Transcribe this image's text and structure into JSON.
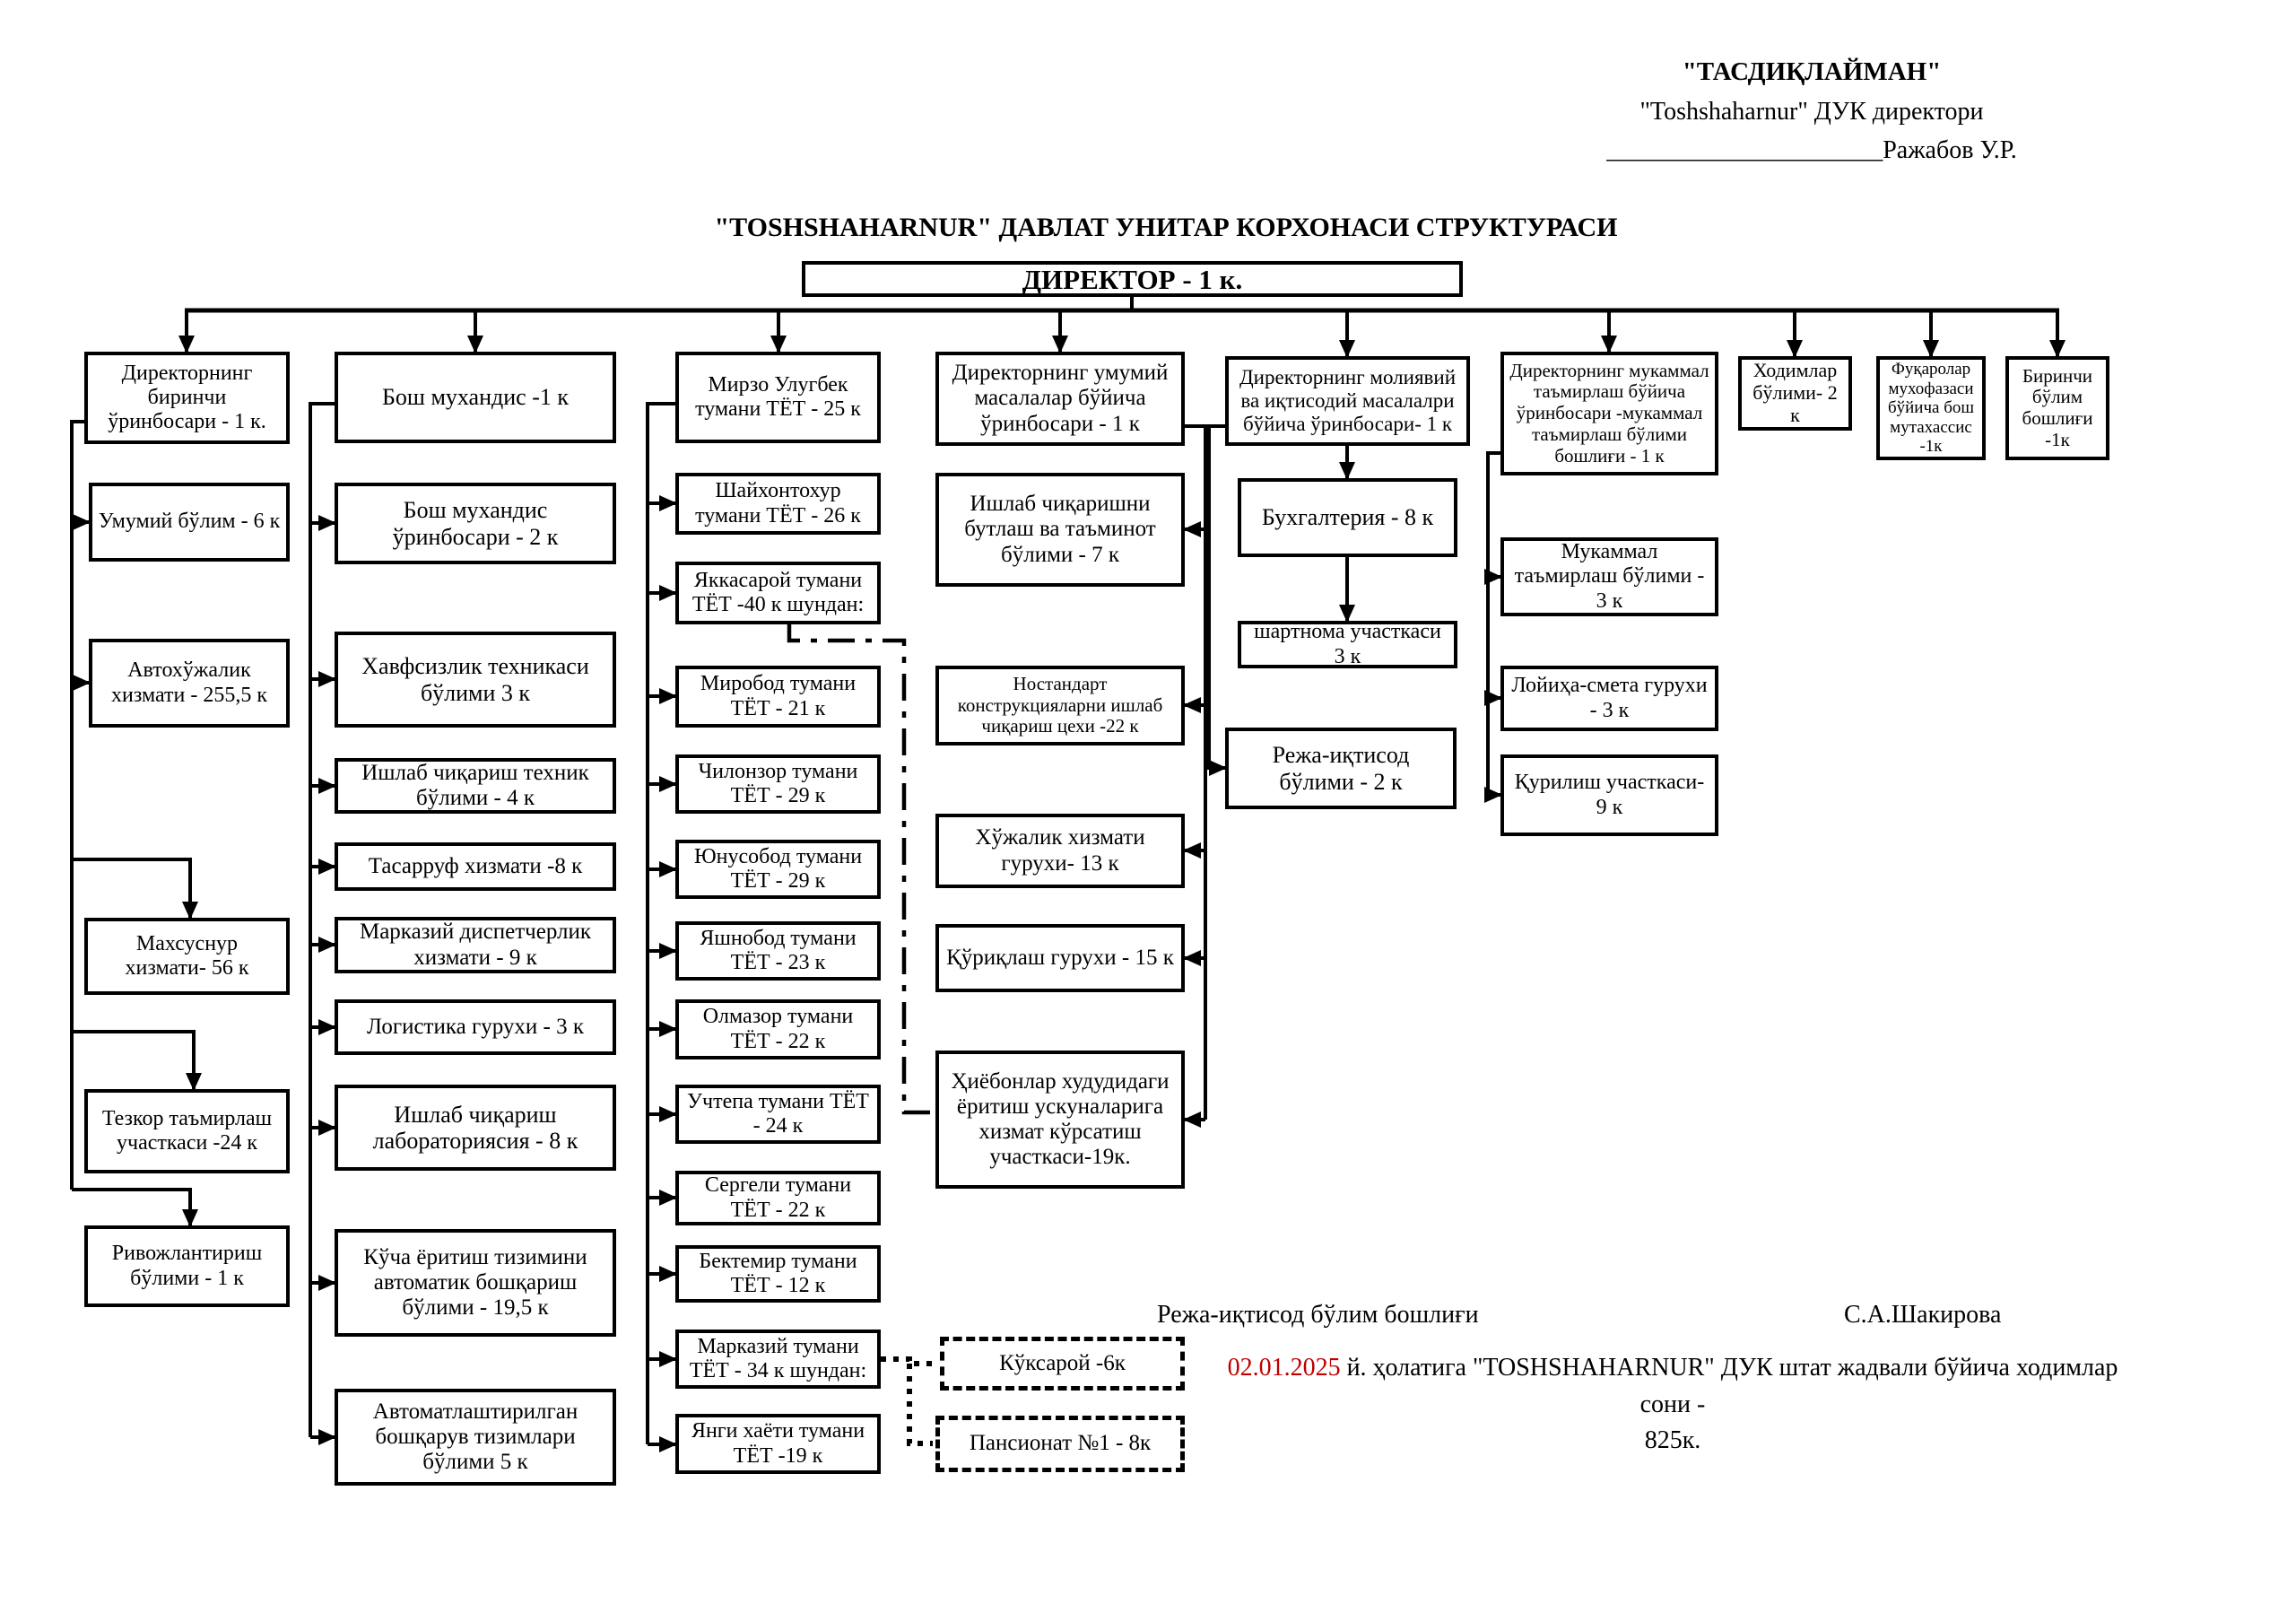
{
  "approval": {
    "line1": "\"ТАСДИҚЛАЙМАН\"",
    "line2": "\"Toshshaharnur\"  ДУК директори",
    "line3": "______________________Ражабов У.Р."
  },
  "title": "\"TOSHSHAHARNUR\" ДАВЛАТ УНИТАР КОРХОНАСИ СТРУКТУРАСИ",
  "director": "ДИРЕКТОР -  1 к.",
  "deputy_first": {
    "head": "Директорнинг биринчи ўринбосари - 1 к.",
    "units": [
      "Умумий бўлим - 6 к",
      "Автохўжалик хизмати - 255,5 к",
      "Махсуснур хизмати- 56 к",
      "Тезкор таъмирлаш участкаси  -24 к",
      "Ривожлантириш бўлими  - 1 к"
    ]
  },
  "chief_engineer": {
    "head": "Бош мухандис -1 к",
    "units": [
      "Бош мухандис ўринбосари - 2 к",
      "Хавфсизлик техникаси бўлими 3 к",
      "Ишлаб чиқариш техник бўлими - 4 к",
      "Тасарруф хизмати -8 к",
      "Марказий диспетчерлик хизмати - 9 к",
      "Логистика гурухи - 3 к",
      "Ишлаб чиқариш лабораториясия - 8 к",
      "Кўча ёритиш тизимини автоматик бошқариш бўлими - 19,5 к",
      "Автоматлаштирилган бошқарув  тизимлари бўлими 5 к"
    ]
  },
  "districts": [
    "Мирзо Улугбек тумани ТЁТ - 25 к",
    "Шайхонтохур тумани ТЁТ - 26 к",
    "Яккасарой тумани ТЁТ -40 к шундан:",
    "Миробод тумани ТЁТ - 21 к",
    "Чилонзор тумани ТЁТ - 29 к",
    "Юнусобод тумани ТЁТ - 29 к",
    "Яшнобод  тумани ТЁТ - 23 к",
    "Олмазор тумани ТЁТ - 22 к",
    "Учтепа тумани ТЁТ - 24 к",
    "Сергели тумани ТЁТ - 22 к",
    "Бектемир тумани ТЁТ - 12 к",
    "Марказий тумани ТЁТ - 34 к шундан:",
    "Янги хаёти тумани ТЁТ -19 к"
  ],
  "district_branches": [
    "Кўксарой -6к",
    "Пансионат №1 - 8к"
  ],
  "deputy_general": {
    "head": "Директорнинг умумий масалалар бўйича ўринбосари - 1 к",
    "units": [
      "Ишлаб чиқаришни бутлаш ва таъминот бўлими  - 7 к",
      "Ностандарт конструкцияларни ишлаб чиқариш цехи -22 к",
      "Хўжалик хизмати  гурухи- 13 к",
      "Қўриқлаш гурухи - 15 к",
      "Ҳиёбонлар худудидаги ёритиш ускуналарига хизмат кўрсатиш участкаси-19к."
    ]
  },
  "deputy_finance": {
    "head": "Директорнинг молиявий ва иқтисодий масалалри бўйича ўринбосари- 1 к",
    "units": [
      "Бухгалтерия - 8 к",
      "шартнома  участкаси 3 к",
      "Режа-иқтисод бўлими - 2 к"
    ]
  },
  "deputy_repair": {
    "head": "Директорнинг мукаммал таъмирлаш бўйича ўринбосари -мукаммал таъмирлаш бўлими бошлиғи - 1 к",
    "units": [
      "Мукаммал таъмирлаш бўлими - 3 к",
      "Лойиҳа-смета гурухи -  3 к",
      "Қурилиш участкаси-  9 к"
    ]
  },
  "hr": "Ходимлар бўлими- 2 к",
  "civil_defense": "Фуқаролар мухофазаси бўйича бош мутахассис -1к",
  "first_department": "Биринчи бўлим бошлиғи -1к",
  "footer": {
    "position_label": "Режа-иқтисод  бўлим бошлиғи",
    "signature_name": "С.А.Шакирова",
    "date": "02.01.2025",
    "note": " й. ҳолатига \"TOSHSHAHARNUR\" ДУК штат жадвали бўйича ходимлар сони -",
    "total": "825к."
  }
}
